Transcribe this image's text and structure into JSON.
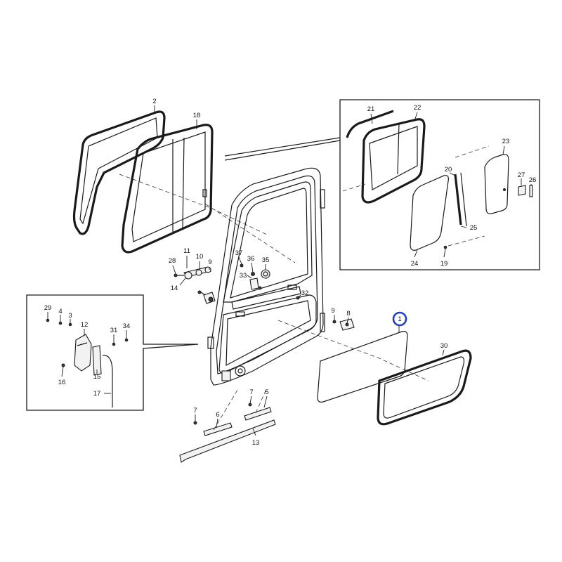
{
  "callouts": {
    "c1": "1",
    "c2": "2",
    "c3": "3",
    "c4": "4",
    "c5": "5",
    "c6": "6",
    "c7a": "7",
    "c7b": "7",
    "c8": "8",
    "c9a": "9",
    "c9b": "9",
    "c10": "10",
    "c11": "11",
    "c12": "12",
    "c13": "13",
    "c14": "14",
    "c15": "15",
    "c16": "16",
    "c17": "17",
    "c18": "18",
    "c19": "19",
    "c20": "20",
    "c21": "21",
    "c22": "22",
    "c23": "23",
    "c24": "24",
    "c25": "25",
    "c26": "26",
    "c27": "27",
    "c28": "28",
    "c29": "29",
    "c30": "30",
    "c31": "31",
    "c32": "32",
    "c33": "33",
    "c34": "34",
    "c35": "35",
    "c36": "36",
    "c37": "37"
  },
  "colors": {
    "line": "#1a1a1a",
    "highlight": "#1f3fbf",
    "background": "#ffffff"
  }
}
